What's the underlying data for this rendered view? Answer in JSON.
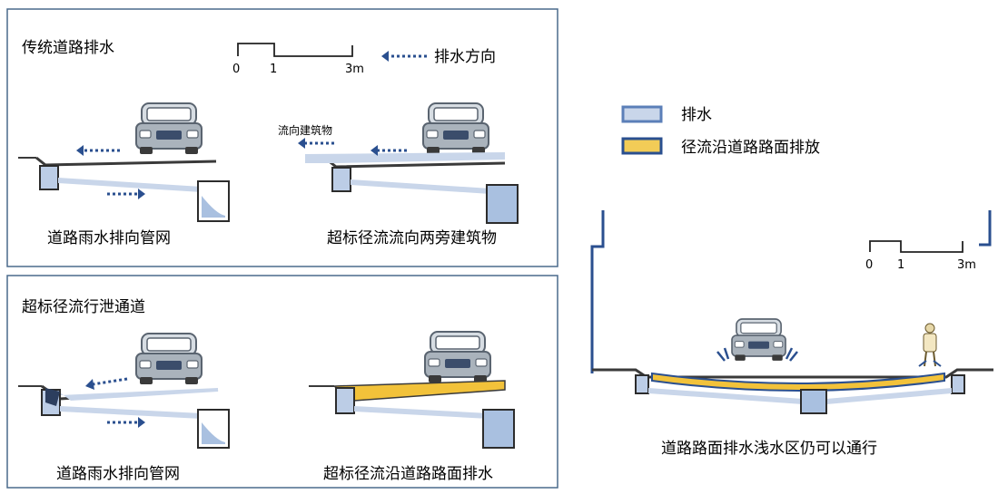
{
  "panel_top": {
    "title": "传统道路排水",
    "legend_arrow_label": "排水方向",
    "scale": {
      "zero": "0",
      "one": "1",
      "three": "3m"
    },
    "left_caption": "道路雨水排向管网",
    "right_caption": "超标径流流向两旁建筑物",
    "right_arrow_label": "流向建筑物"
  },
  "panel_bottom": {
    "title": "超标径流行泄通道",
    "left_caption": "道路雨水排向管网",
    "right_caption": "超标径流沿道路路面排水"
  },
  "legend": {
    "drainage_label": "排水",
    "runoff_label": "径流沿道路路面排放",
    "drainage_color": "#5b7fb8",
    "runoff_color": "#f2cc57"
  },
  "right_section": {
    "scale": {
      "zero": "0",
      "one": "1",
      "three": "3m"
    },
    "caption": "道路路面排水浅水区仍可以通行"
  },
  "colors": {
    "frame": "#4a6a8c",
    "car": "#9aa3ad",
    "pipe": "#c9d6ea",
    "box_fill": "#a9c0e0",
    "road": "#3a3a3a",
    "arrow": "#2a4f8f",
    "runoff": "#f2c23a"
  }
}
